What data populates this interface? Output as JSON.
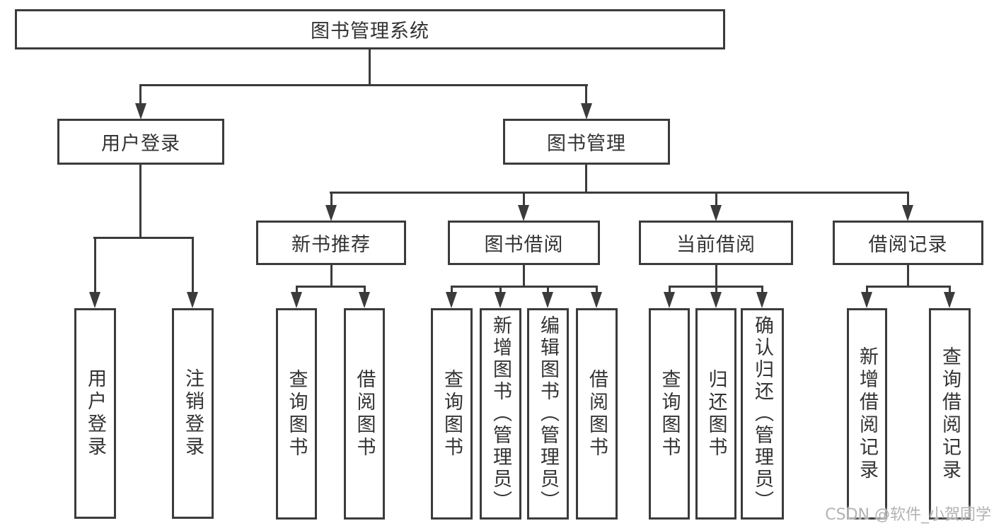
{
  "tree": {
    "root": "图书管理系统",
    "children": [
      {
        "label": "用户登录",
        "children": [
          "用户登录",
          "注销登录"
        ]
      },
      {
        "label": "图书管理",
        "children": [
          {
            "label": "新书推荐",
            "children": [
              "查询图书",
              "借阅图书"
            ]
          },
          {
            "label": "图书借阅",
            "children": [
              "查询图书",
              "新增图书（管理员）",
              "编辑图书（管理员）",
              "借阅图书"
            ]
          },
          {
            "label": "当前借阅",
            "children": [
              "查询图书",
              "归还图书",
              "确认归还（管理员）"
            ]
          },
          {
            "label": "借阅记录",
            "children": [
              "新增借阅记录",
              "查询借阅记录"
            ]
          }
        ]
      }
    ]
  },
  "watermark": "CSDN @软件_小贺同学",
  "colors": {
    "line": "#3b3b3b",
    "text": "#333333",
    "watermark": "#b3b3b3",
    "background": "#ffffff"
  }
}
